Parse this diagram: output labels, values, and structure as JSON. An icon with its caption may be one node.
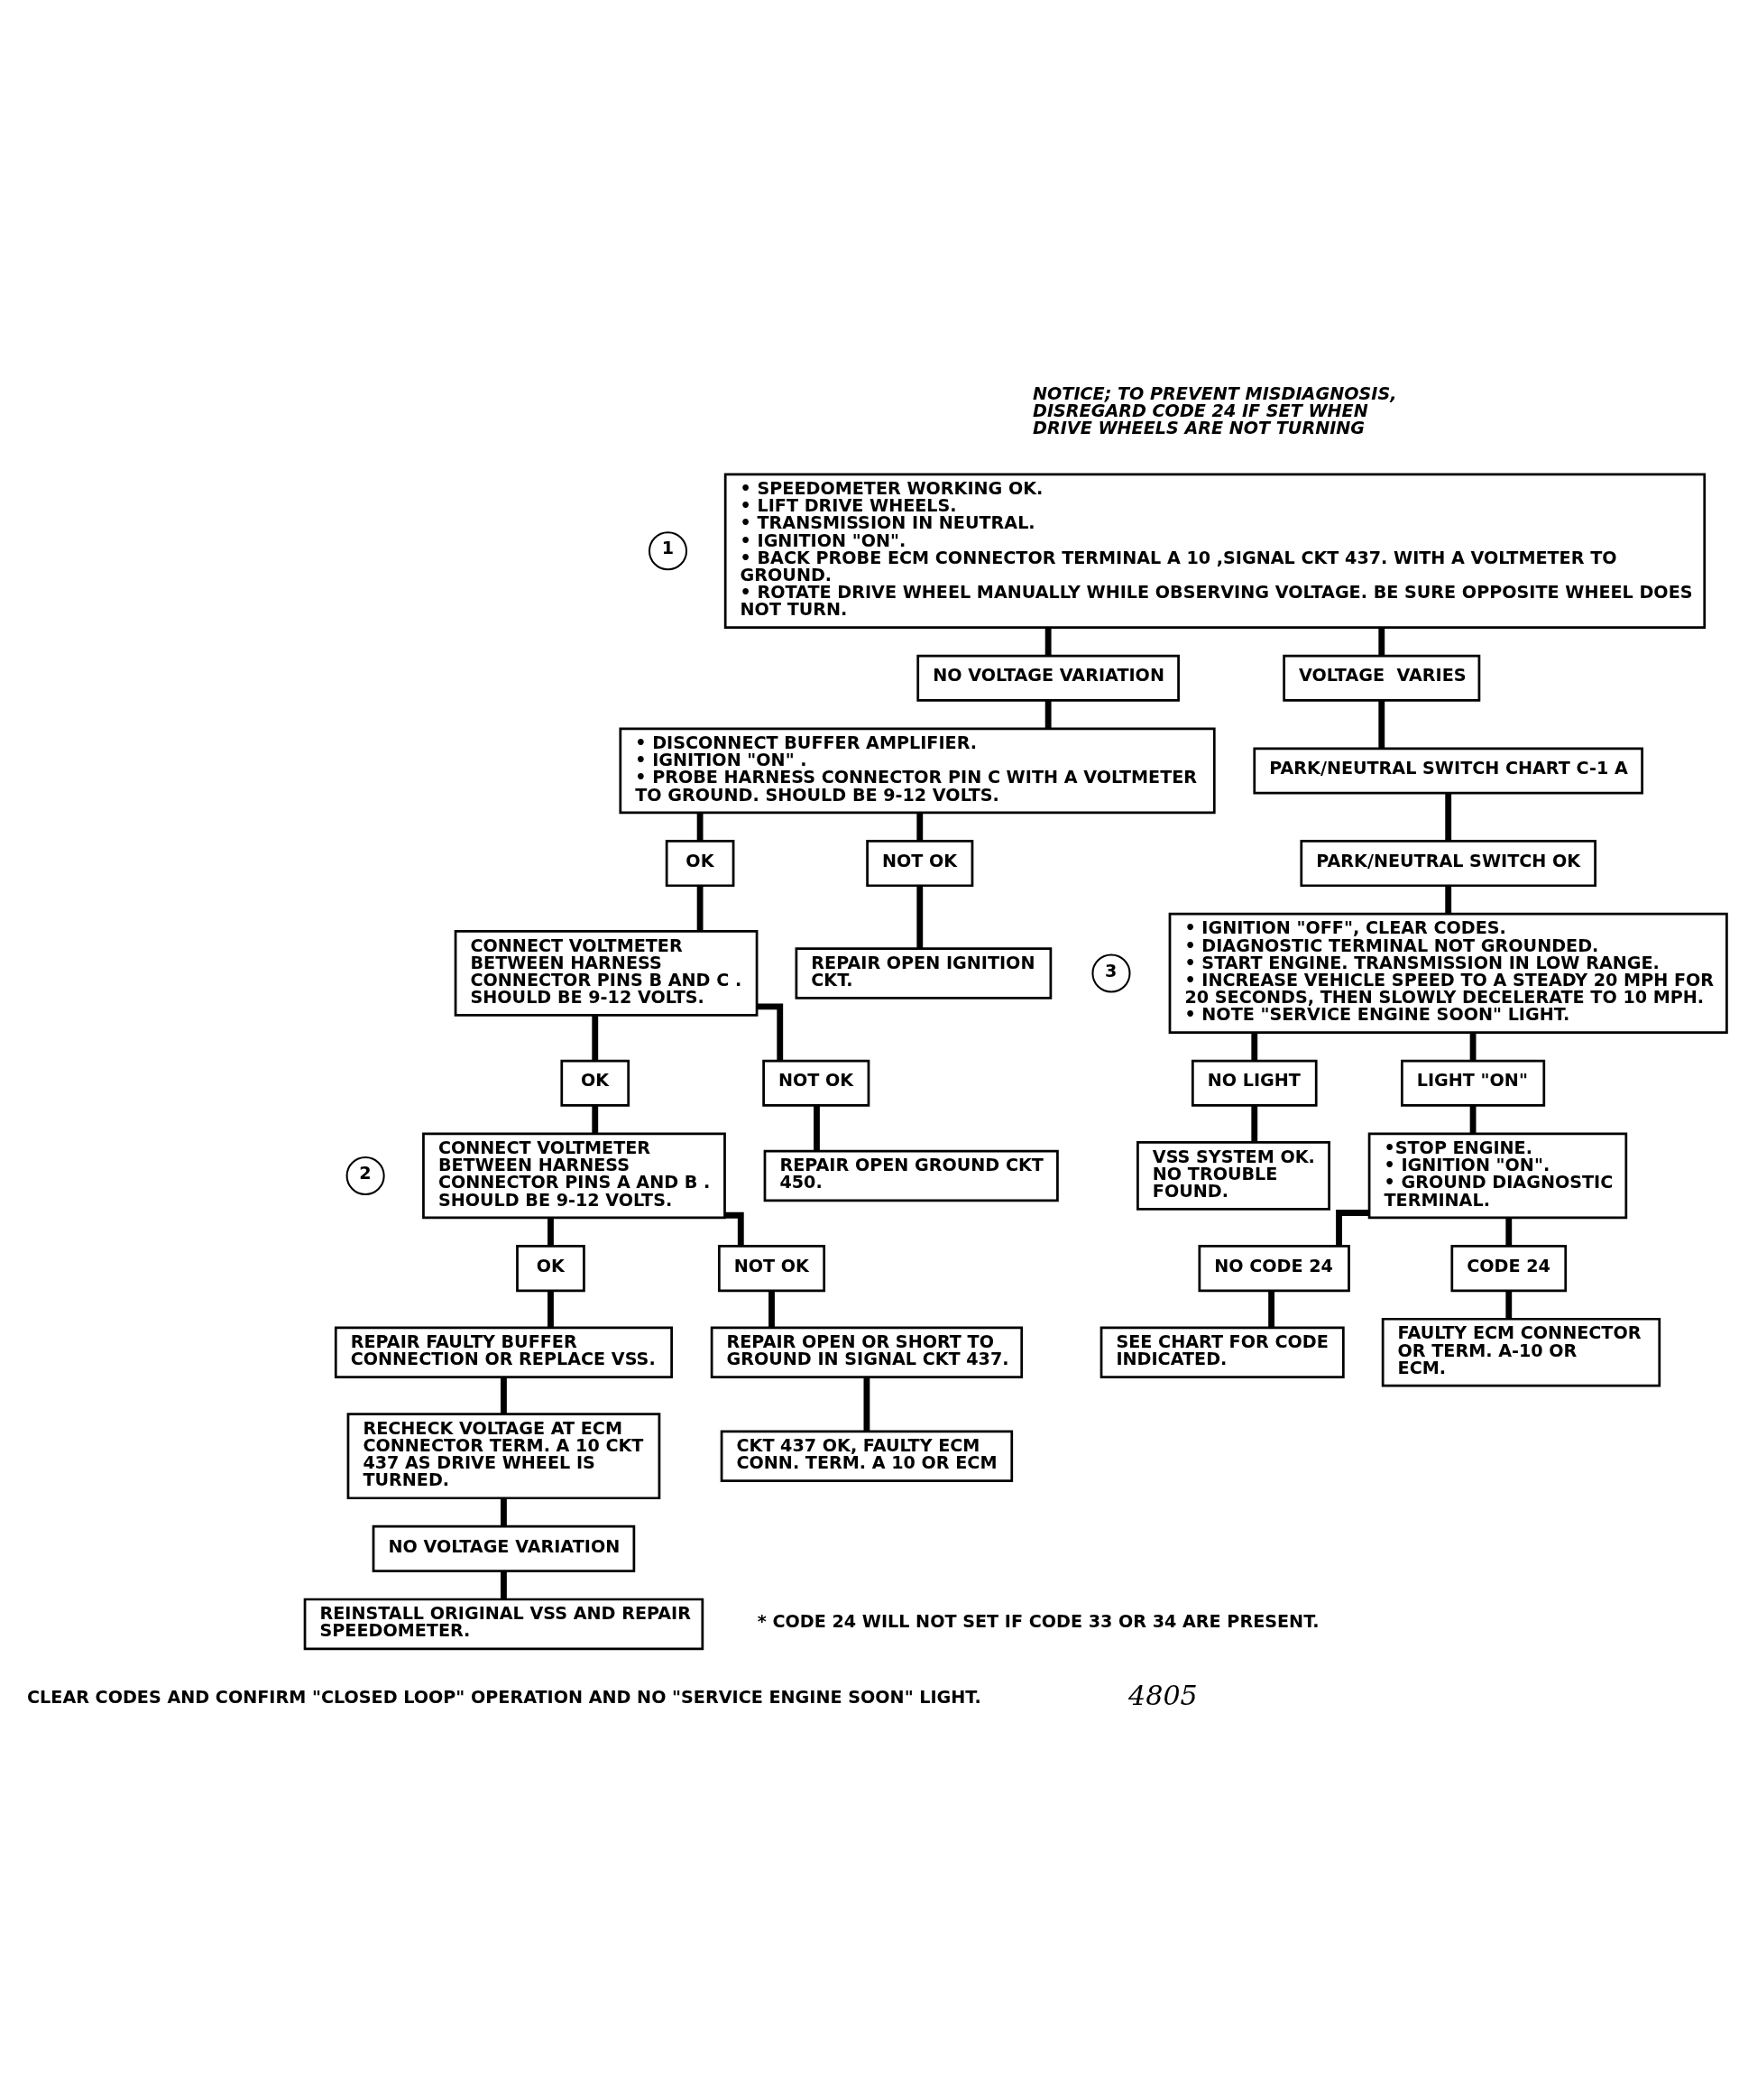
{
  "diagram": {
    "nodes": [
      {
        "text": [
          "1"
        ]
      },
      {
        "text": [
          "• SPEEDOMETER WORKING OK.",
          "• LIFT DRIVE WHEELS.",
          "• TRANSMISSION IN NEUTRAL.",
          "• IGNITION \"ON\".",
          "• BACK PROBE ECM CONNECTOR TERMINAL A 10 ,SIGNAL CKT 437. WITH A VOLTMETER TO GROUND.",
          "• ROTATE DRIVE WHEEL MANUALLY WHILE OBSERVING VOLTAGE. BE SURE OPPOSITE WHEEL DOES NOT TURN."
        ]
      },
      {
        "text": [
          "NO VOLTAGE VARIATION"
        ]
      },
      {
        "text": [
          "VOLTAGE  VARIES"
        ]
      },
      {
        "text": [
          "• DISCONNECT BUFFER AMPLIFIER.",
          "• IGNITION \"ON\" .",
          "• PROBE HARNESS CONNECTOR PIN C WITH A VOLTMETER TO GROUND. SHOULD BE 9-12 VOLTS."
        ]
      },
      {
        "text": [
          "PARK/NEUTRAL SWITCH CHART C-1 A"
        ]
      },
      {
        "text": [
          "PARK/NEUTRAL SWITCH OK"
        ]
      },
      {
        "text": [
          "OK"
        ]
      },
      {
        "text": [
          "NOT OK"
        ]
      },
      {
        "text": [
          "3"
        ]
      },
      {
        "text": [
          "• IGNITION \"OFF\", CLEAR CODES.",
          "• DIAGNOSTIC TERMINAL NOT GROUNDED.",
          "• START ENGINE. TRANSMISSION IN LOW RANGE.",
          "• INCREASE VEHICLE SPEED TO A STEADY 20 MPH FOR 20 SECONDS, THEN SLOWLY DECELERATE TO 10 MPH.",
          "• NOTE \"SERVICE ENGINE SOON\" LIGHT."
        ]
      },
      {
        "text": [
          "CONNECT VOLTMETER BETWEEN HARNESS CONNECTOR PINS B AND C . SHOULD BE 9-12 VOLTS."
        ]
      },
      {
        "text": [
          "REPAIR OPEN IGNITION CKT."
        ]
      },
      {
        "text": [
          "OK"
        ]
      },
      {
        "text": [
          "NOT OK"
        ]
      },
      {
        "text": [
          "2"
        ]
      },
      {
        "text": [
          "CONNECT VOLTMETER BETWEEN HARNESS CONNECTOR PINS A AND B . SHOULD BE 9-12 VOLTS."
        ]
      },
      {
        "text": [
          "REPAIR OPEN GROUND CKT 450."
        ]
      },
      {
        "text": [
          "NO LIGHT"
        ]
      },
      {
        "text": [
          "LIGHT \"ON\""
        ]
      },
      {
        "text": [
          "VSS SYSTEM OK. NO TROUBLE FOUND."
        ]
      },
      {
        "text": [
          "•STOP ENGINE.",
          "• IGNITION \"ON\".",
          "• GROUND DIAGNOSTIC TERMINAL."
        ]
      },
      {
        "text": [
          "OK"
        ]
      },
      {
        "text": [
          "NOT OK"
        ]
      },
      {
        "text": [
          "REPAIR FAULTY BUFFER CONNECTION OR REPLACE VSS."
        ]
      },
      {
        "text": [
          "REPAIR OPEN OR SHORT TO GROUND IN SIGNAL CKT 437."
        ]
      },
      {
        "text": [
          "NO CODE 24"
        ]
      },
      {
        "text": [
          "CODE 24"
        ]
      },
      {
        "text": [
          "RECHECK VOLTAGE AT ECM CONNECTOR TERM. A 10 CKT 437 AS DRIVE WHEEL IS TURNED."
        ]
      },
      {
        "text": [
          "CKT 437 OK, FAULTY ECM CONN. TERM. A 10 OR ECM"
        ]
      },
      {
        "text": [
          "SEE CHART FOR CODE INDICATED."
        ]
      },
      {
        "text": [
          "FAULTY ECM CONNECTOR OR TERM. A-10 OR ECM."
        ]
      },
      {
        "text": [
          "NO VOLTAGE VARIATION"
        ]
      },
      {
        "text": [
          "REINSTALL ORIGINAL VSS AND REPAIR SPEEDOMETER."
        ]
      }
    ],
    "edges": [
      {
        "from": 1,
        "to": 2,
        "arrow": "none"
      },
      {
        "from": 1,
        "to": 3,
        "arrow": "none"
      },
      {
        "from": 2,
        "to": 4,
        "arrow": "none"
      },
      {
        "from": 3,
        "to": 5,
        "arrow": "none"
      },
      {
        "from": 5,
        "to": 6,
        "arrow": "none"
      },
      {
        "from": 4,
        "to": 7,
        "arrow": "none"
      },
      {
        "from": 4,
        "to": 8,
        "arrow": "none"
      },
      {
        "from": 6,
        "to": 10,
        "arrow": "none"
      },
      {
        "from": 7,
        "to": 11,
        "arrow": "none"
      },
      {
        "from": 8,
        "to": 12,
        "arrow": "none"
      },
      {
        "from": 11,
        "to": 13,
        "arrow": "none"
      },
      {
        "from": 11,
        "to": 14,
        "arrow": "none"
      },
      {
        "from": 10,
        "to": 18,
        "arrow": "none"
      },
      {
        "from": 10,
        "to": 19,
        "arrow": "none"
      },
      {
        "from": 13,
        "to": 16,
        "arrow": "none"
      },
      {
        "from": 14,
        "to": 17,
        "arrow": "none"
      },
      {
        "from": 18,
        "to": 20,
        "arrow": "none"
      },
      {
        "from": 19,
        "to": 21,
        "arrow": "none"
      },
      {
        "from": 16,
        "to": 22,
        "arrow": "none"
      },
      {
        "from": 16,
        "to": 23,
        "arrow": "none"
      },
      {
        "from": 21,
        "to": 26,
        "arrow": "none"
      },
      {
        "from": 21,
        "to": 27,
        "arrow": "none"
      },
      {
        "from": 22,
        "to": 24,
        "arrow": "none"
      },
      {
        "from": 23,
        "to": 25,
        "arrow": "none"
      },
      {
        "from": 26,
        "to": 30,
        "arrow": "none"
      },
      {
        "from": 27,
        "to": 31,
        "arrow": "none"
      },
      {
        "from": 24,
        "to": 28,
        "arrow": "none"
      },
      {
        "from": 25,
        "to": 29,
        "arrow": "none"
      },
      {
        "from": 28,
        "to": 32,
        "arrow": "none"
      },
      {
        "from": 32,
        "to": 33,
        "arrow": "none"
      }
    ],
    "labels": [
      "NOTICE; TO PREVENT MISDIAGNOSIS, DISREGARD CODE 24 IF SET WHEN DRIVE WHEELS ARE NOT TURNING",
      "* CODE 24 WILL NOT SET IF CODE 33 OR 34 ARE PRESENT.",
      "CLEAR CODES AND CONFIRM \"CLOSED LOOP\" OPERATION AND NO \"SERVICE ENGINE SOON\" LIGHT.",
      "4805"
    ]
  }
}
